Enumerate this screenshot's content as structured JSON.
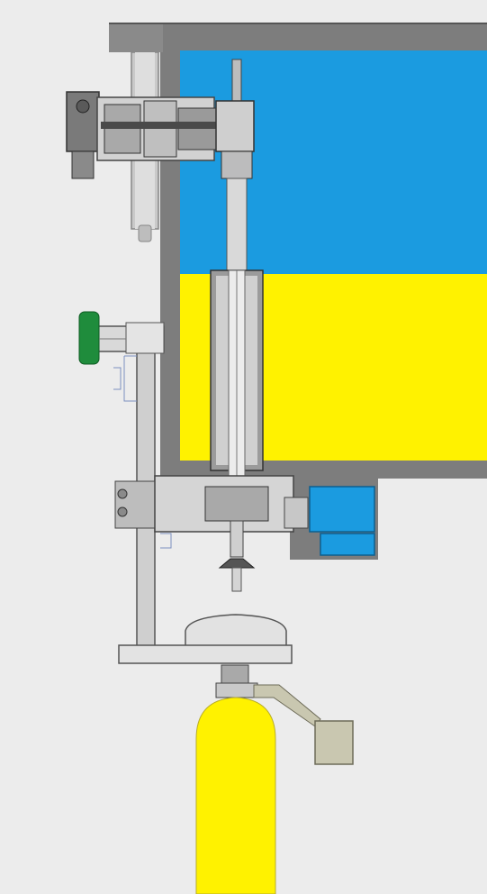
{
  "diagram": {
    "colors": {
      "background": "#ececec",
      "tank_wall": "#7d7d7d",
      "upper_fluid": "#1b9be0",
      "lower_fluid": "#fff200",
      "steel_light": "#d2d2d2",
      "steel_mid": "#a9a9a9",
      "steel_dark": "#4a4a4a",
      "valve_handle": "#1f8c3c",
      "actuator_box": "#1b9be0",
      "clamp_olive": "#c9c7b0",
      "cylinder": "#fff200",
      "annotation_ink": "#7b8fbf"
    },
    "components": [
      {
        "id": "tank",
        "icon": "tank-section"
      },
      {
        "id": "upper-fluid-layer",
        "icon": "blue-liquid-layer"
      },
      {
        "id": "lower-fluid-layer",
        "icon": "yellow-liquid-layer"
      },
      {
        "id": "filling-valve",
        "icon": "vertical-valve-stem"
      },
      {
        "id": "side-actuator",
        "icon": "horizontal-actuator"
      },
      {
        "id": "vertical-cylinder",
        "icon": "pneumatic-cylinder"
      },
      {
        "id": "hand-valve",
        "icon": "green-handwheel"
      },
      {
        "id": "support-column",
        "icon": "vertical-post"
      },
      {
        "id": "valve-body",
        "icon": "valve-block"
      },
      {
        "id": "drive-box",
        "icon": "blue-drive-box"
      },
      {
        "id": "platform",
        "icon": "base-plate"
      },
      {
        "id": "bell-cap",
        "icon": "dome-cap"
      },
      {
        "id": "neck-clamp",
        "icon": "clamp-arm"
      },
      {
        "id": "gas-cylinder",
        "icon": "yellow-cylinder"
      }
    ]
  }
}
